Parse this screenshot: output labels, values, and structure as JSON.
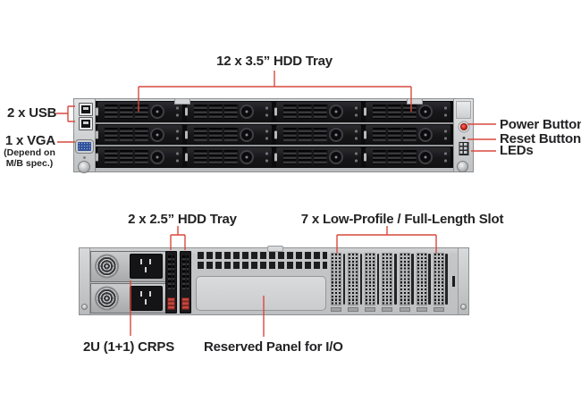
{
  "colors": {
    "callout_line": "#d9493e",
    "label_text": "#232325",
    "chassis_gray": "#c4c6c8",
    "tray_black": "#161619",
    "latch_red": "#c6463d"
  },
  "front_view": {
    "tray_label": "12 x 3.5” HDD Tray",
    "usb_label": "2 x USB",
    "vga_label": "1 x VGA",
    "vga_note_line1": "(Depend on",
    "vga_note_line2": "M/B spec.)",
    "power_label": "Power Button",
    "reset_label": "Reset Button",
    "leds_label": "LEDs",
    "tray_rows": 3,
    "tray_cols": 4,
    "tray_total": 12,
    "usb_count": 2
  },
  "rear_view": {
    "hdd_label": "2 x 2.5” HDD Tray",
    "slot_label": "7 x Low-Profile / Full-Length Slot",
    "psu_label": "2U (1+1) CRPS",
    "io_label": "Reserved Panel for I/O",
    "slot_count": 7,
    "psu_count": 2,
    "small_tray_count": 2
  }
}
